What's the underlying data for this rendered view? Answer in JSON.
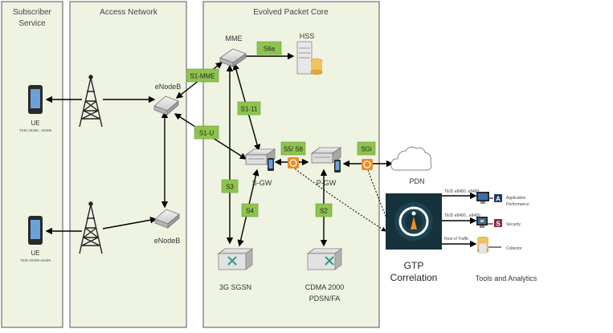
{
  "panels": {
    "subscriber": "Subscriber",
    "subscriber2": "Service",
    "access": "Access Network",
    "core": "Evolved Packet Core"
  },
  "nodes": {
    "mme": "MME",
    "hss": "HSS",
    "enodeb_top": "eNodeB",
    "enodeb_bottom": "eNodeB",
    "sgw": "S-GW",
    "pgw": "P-GW",
    "pdn": "PDN",
    "sgsn": "3G SGSN",
    "cdma1": "CDMA 2000",
    "cdma2": "PDSN/FA"
  },
  "ue": [
    {
      "label": "UE",
      "teid": "TEID e8480...e8489"
    },
    {
      "label": "UE",
      "teid": "TEID e8490-e8499"
    }
  ],
  "interfaces": {
    "s6a": "S6a",
    "s1mme": "S1-MME",
    "s11": "S1-11",
    "s1u": "S1-U",
    "s5s8": "S5/ S8",
    "sgi": "SGi",
    "s3": "S3",
    "s4": "S4",
    "s2": "S2"
  },
  "gtp": {
    "line1": "GTP",
    "line2": "Correlation",
    "out1": "TEID e8480..e8489",
    "out2": "TEID e8480...e8489",
    "out3": "Rest of Traffic"
  },
  "tools": {
    "title": "Tools and Analytics",
    "app_line1": "Application",
    "app_line2": "Performance",
    "security": "Security",
    "collector": "Collector"
  },
  "colors": {
    "panel": "#eef3e2",
    "interface_box": "#8dc44e",
    "gtp_box": "#15323d",
    "orange": "#f08a24"
  }
}
